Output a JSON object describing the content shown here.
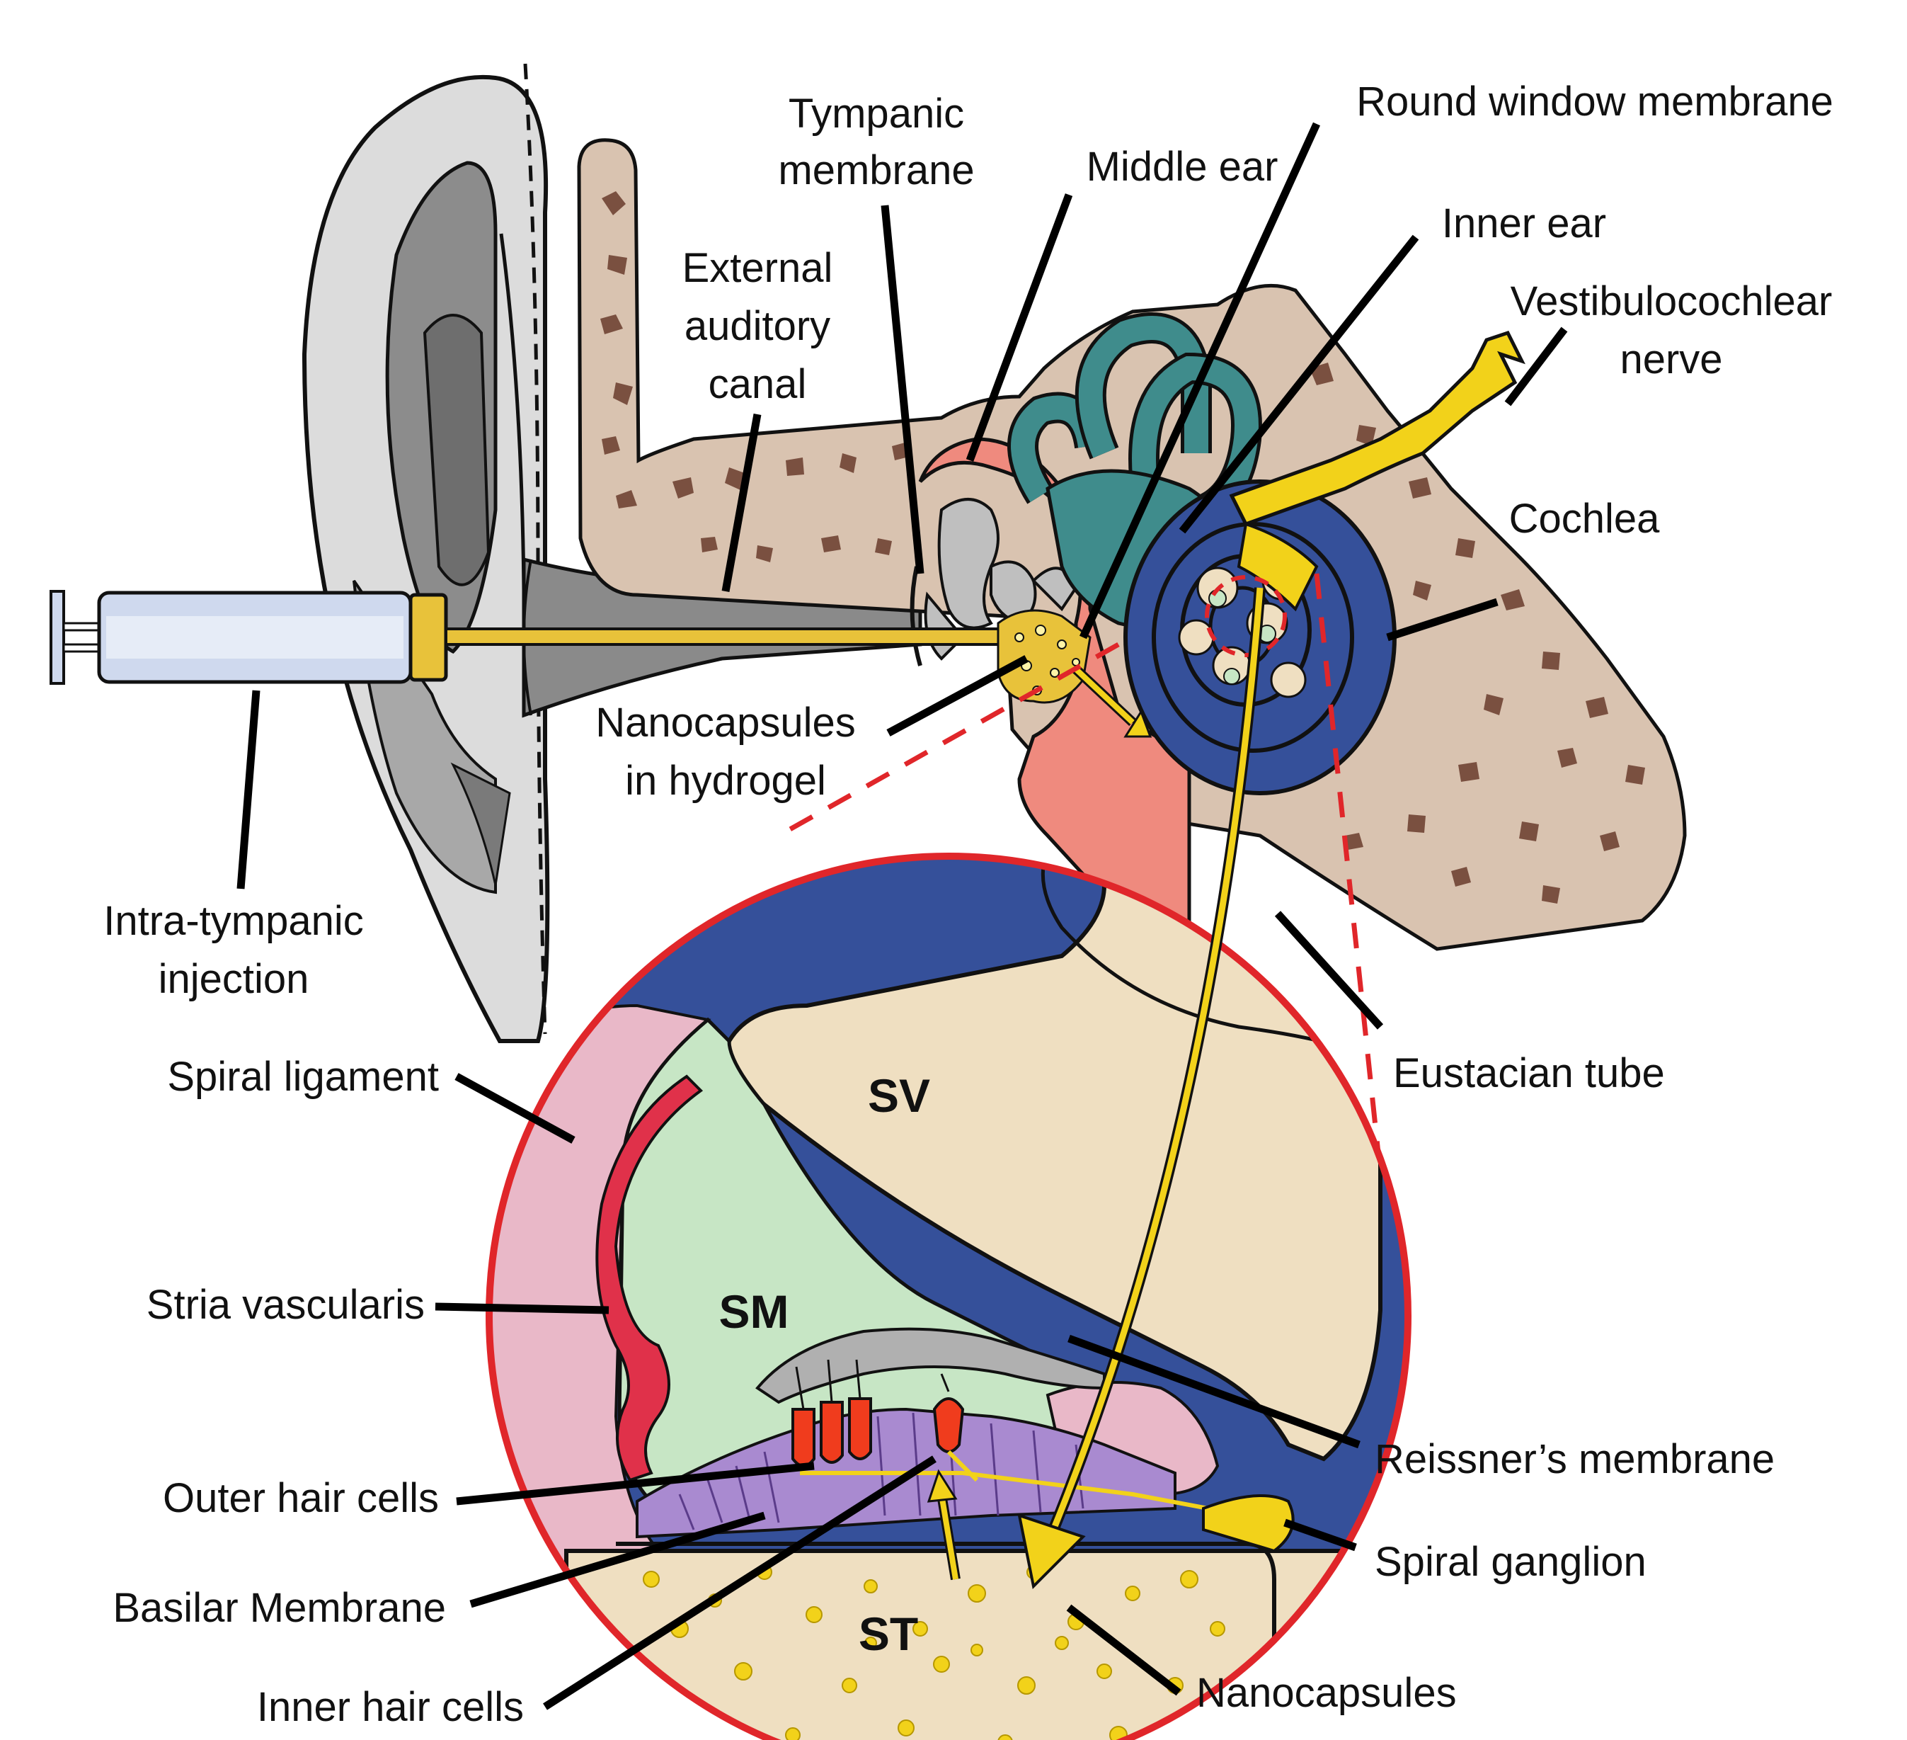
{
  "labels": {
    "tympanic_membrane": [
      "Tympanic",
      "membrane"
    ],
    "middle_ear": "Middle ear",
    "round_window_membrane": "Round window membrane",
    "inner_ear": "Inner ear",
    "vestibulocochlear_nerve": [
      "Vestibulocochlear",
      "nerve"
    ],
    "external_auditory_canal": [
      "External",
      "auditory",
      "canal"
    ],
    "cochlea": "Cochlea",
    "nanocapsules_in_hydrogel": [
      "Nanocapsules",
      "in hydrogel"
    ],
    "intra_tympanic_injection": [
      "Intra-tympanic",
      "injection"
    ],
    "spiral_ligament": "Spiral ligament",
    "eustacian_tube": "Eustacian tube",
    "stria_vascularis": "Stria vascularis",
    "reissners_membrane": "Reissner’s membrane",
    "outer_hair_cells": "Outer hair cells",
    "spiral_ganglion": "Spiral ganglion",
    "basilar_membrane": "Basilar Membrane",
    "nanocapsules": "Nanocapsules",
    "inner_hair_cells": "Inner hair cells"
  },
  "regions": {
    "sv": "SV",
    "sm": "SM",
    "st": "ST"
  },
  "colors": {
    "bone": "#d9c3b0",
    "bone_spots": "#7a5040",
    "cochlea_blue": "#35509a",
    "vestibule_teal": "#3f8c8c",
    "middle_ear_pink": "#ef8a7e",
    "nerve_yellow": "#f2d21a",
    "scala_vestibuli": "#efdfc1",
    "scala_media": "#c7e6c5",
    "stria": "#e0314a",
    "ligament_pink": "#e9b8c8",
    "hair_cells": "#f03c1d",
    "organ_purple": "#a98ad0",
    "magnifier_red": "#e0262a"
  }
}
